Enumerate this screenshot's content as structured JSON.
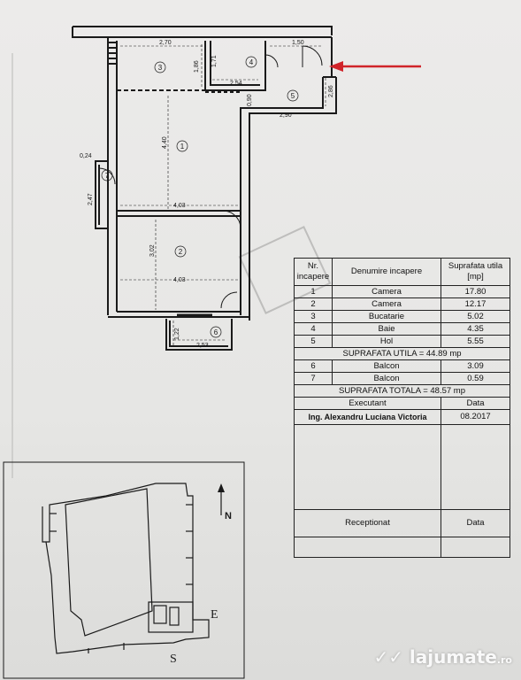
{
  "plan": {
    "dims": {
      "d270": "2,70",
      "d150": "1,50",
      "d186": "1,86",
      "d171": "1,71",
      "d254": "2,54",
      "d286": "2,86",
      "d090": "0,90",
      "d290": "2,90",
      "d440": "4,40",
      "d024": "0,24",
      "d247": "2,47",
      "d403a": "4,03",
      "d302": "3,02",
      "d403b": "4,03",
      "d122": "1,22",
      "d253": "2,53"
    },
    "rooms": [
      "1",
      "2",
      "3",
      "4",
      "5",
      "6",
      "7"
    ]
  },
  "table": {
    "headers": [
      "Nr. incapere",
      "Denumire incapere",
      "Suprafata utila [mp]"
    ],
    "rows": [
      [
        "1",
        "Camera",
        "17.80"
      ],
      [
        "2",
        "Camera",
        "12.17"
      ],
      [
        "3",
        "Bucatarie",
        "5.02"
      ],
      [
        "4",
        "Baie",
        "4.35"
      ],
      [
        "5",
        "Hol",
        "5.55"
      ]
    ],
    "util_total": "SUPRAFATA UTILA = 44.89 mp",
    "balc_rows": [
      [
        "6",
        "Balcon",
        "3.09"
      ],
      [
        "7",
        "Balcon",
        "0.59"
      ]
    ],
    "grand_total": "SUPRAFATA TOTALA = 48.57 mp",
    "executant_label": "Executant",
    "data_label": "Data",
    "executant_name": "Ing. Alexandru Luciana Victoria",
    "executant_date": "08.2017",
    "receptionat_label": "Receptionat",
    "data_label2": "Data"
  },
  "location": {
    "north": "N",
    "east": "E",
    "south": "S"
  },
  "watermark": {
    "brand": "lajumate",
    "domain": ".ro"
  },
  "colors": {
    "arrow": "#d0242a",
    "ink": "#1a1a1a",
    "paper": "#e9e9e7"
  }
}
